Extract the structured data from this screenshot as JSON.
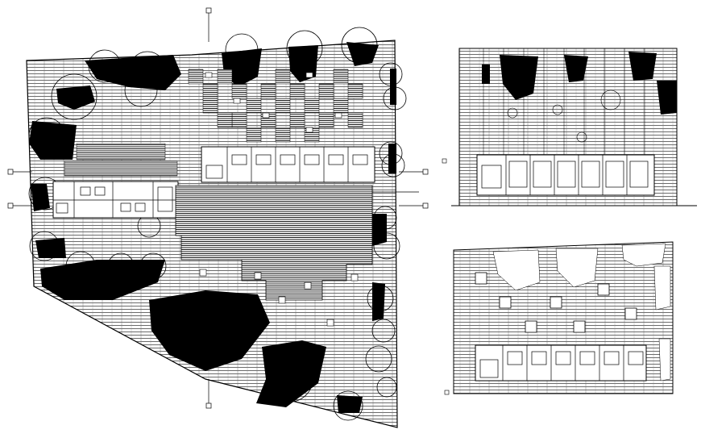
{
  "drawing": {
    "background": "#ffffff",
    "ink": "#000000",
    "hatch": "#444444",
    "panels": [
      "site-plan",
      "front-elevation",
      "landscape-plan"
    ]
  }
}
